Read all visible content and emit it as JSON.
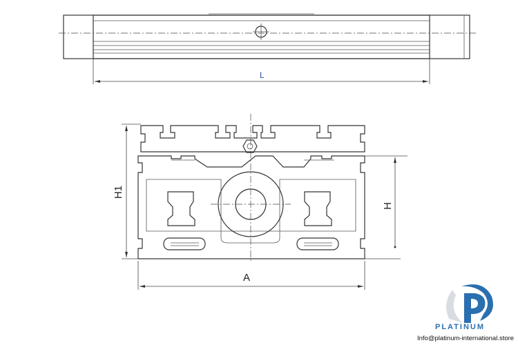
{
  "drawing": {
    "top_view_dimension": "L",
    "front_view_height_total": "H1",
    "front_view_height": "H",
    "front_view_width": "A"
  },
  "logo": {
    "brand": "PLATINUM",
    "email": "Info@platinum-international.store",
    "color": "#2a6fb0"
  }
}
